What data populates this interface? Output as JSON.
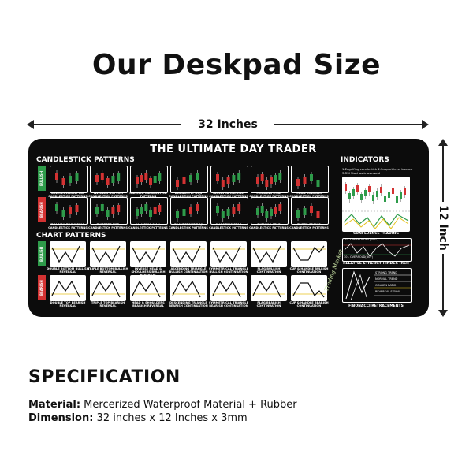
{
  "headline": "Our Deskpad Size",
  "width_label": "32 Inches",
  "height_label": "12 Inch",
  "pad": {
    "title": "THE ULTIMATE DAY TRADER",
    "candlestick_title": "CANDLESTICK PATTERNS",
    "chart_title": "CHART PATTERNS",
    "indicators_title": "INDICATORS",
    "bullish": "BULLISH",
    "bearish": "BEARISH",
    "candle_bull": [
      "BULLISH ENGULFING CANDLESTICK PATTERNS",
      "TWEEZER BOTTOM CANDLESTICK PATTERNS",
      "HAMMER CANDLESTICK PATTERNS",
      "DRAGONFLY DOJI CANDLESTICK PATTERNS",
      "INVERTED HAMMER CANDLESTICK PATTERNS",
      "MORNING STAR CANDLESTICK PATTERNS",
      "THREE SOLDIERS CANDLESTICK PATTERNS"
    ],
    "candle_bear": [
      "BEARISH ENGULFING CANDLESTICK PATTERNS",
      "TWEEZER TOP CANDLESTICK PATTERNS",
      "HANGING MAN CANDLESTICK PATTERNS",
      "GRAVESTONE DOJI CANDLESTICK PATTERNS",
      "SHOOTING STAR CANDLESTICK PATTERNS",
      "EVENING STAR CANDLESTICK PATTERNS",
      "THREE CROWS CANDLESTICK PATTERNS"
    ],
    "chart_bull": [
      "DOUBLE BOTTOM BULLISH REVERSAL",
      "TRIPLE BOTTOM BULLISH REVERSAL",
      "INVERSE HEAD & SHOULDERS BULLISH REVERSAL",
      "ASCENDING TRIANGLE BULLISH CONTINUATION",
      "SYMMETRICAL TRIANGLE BULLISH CONTINUATION",
      "FLAG BULLISH CONTINUATION",
      "CUP & HANDLE BULLISH CONTINUATION"
    ],
    "chart_bear": [
      "DOUBLE TOP BEARISH REVERSAL",
      "TRIPLE TOP BEARISH REVERSAL",
      "HEAD & SHOULDERS BEARISH REVERSAL",
      "DESCENDING TRIANGLE BEARISH CONTINUATION",
      "SYMMETRICAL TRIANGLE BEARISH CONTINUATION",
      "FLAG BEARISH CONTINUATION",
      "CUP & HANDLE BEARISH CONTINUATION"
    ],
    "ind_note_1": "1.Engulfing candlestick  2.Support level bounce",
    "ind_note_2": "3.RSI Stochastic oversold",
    "confluence": "CONFLUENCE TRADING",
    "rsi_70": "70 - OVERBOUGHT(SELL)",
    "rsi_30": "30 - OVERSOLD(BUY)",
    "rsi": "RELATIVE STRENGTH INDEX (RSI)",
    "fib_1": "STRONG TREND",
    "fib_2": "NORMAL TREND",
    "fib_3": "GOLDEN RATIO",
    "fib_4": "REVERSAL SIGNAL",
    "fib": "FIBONACCI RETRACEMENTS",
    "logo": "Trading Market",
    "bull_color": "#2e9b4a",
    "bear_color": "#d33232"
  },
  "spec": {
    "title": "SPECIFICATION",
    "material_label": "Material:",
    "material_value": " Mercerized Waterproof Material + Rubber",
    "dimension_label": "Dimension:",
    "dimension_value": " 32 inches x 12 Inches  x 3mm"
  }
}
